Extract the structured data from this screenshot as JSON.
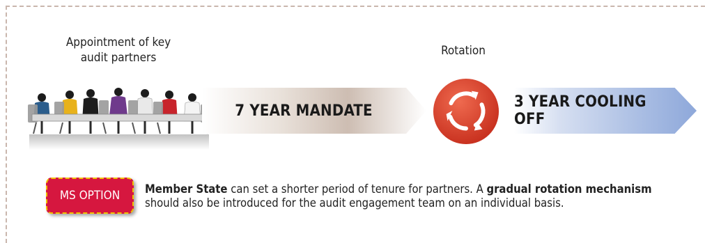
{
  "appointment_caption": {
    "line1": "Appointment of key",
    "line2": "audit partners"
  },
  "rotation_caption": "Rotation",
  "mandate_arrow": {
    "label": "7 YEAR MANDATE",
    "color": "#cdbdb2"
  },
  "cooling_arrow": {
    "label": "3 YEAR COOLING OFF",
    "color": "#8ea8da"
  },
  "rotation_icon": {
    "name": "circular-arrows-icon",
    "color": "#d9412c"
  },
  "meeting_icon": {
    "name": "meeting-table-icon"
  },
  "ms_option": {
    "label": "MS OPTION",
    "color": "#d6173f",
    "border": "#f2c200"
  },
  "note": {
    "line1_bold_a": "Member State",
    "line1_text_a": " can set a shorter period of tenure for partners. A ",
    "line1_bold_b": "gradual rotation mechanism",
    "line2": "should also be introduced for the audit engagement team on an individual basis."
  }
}
